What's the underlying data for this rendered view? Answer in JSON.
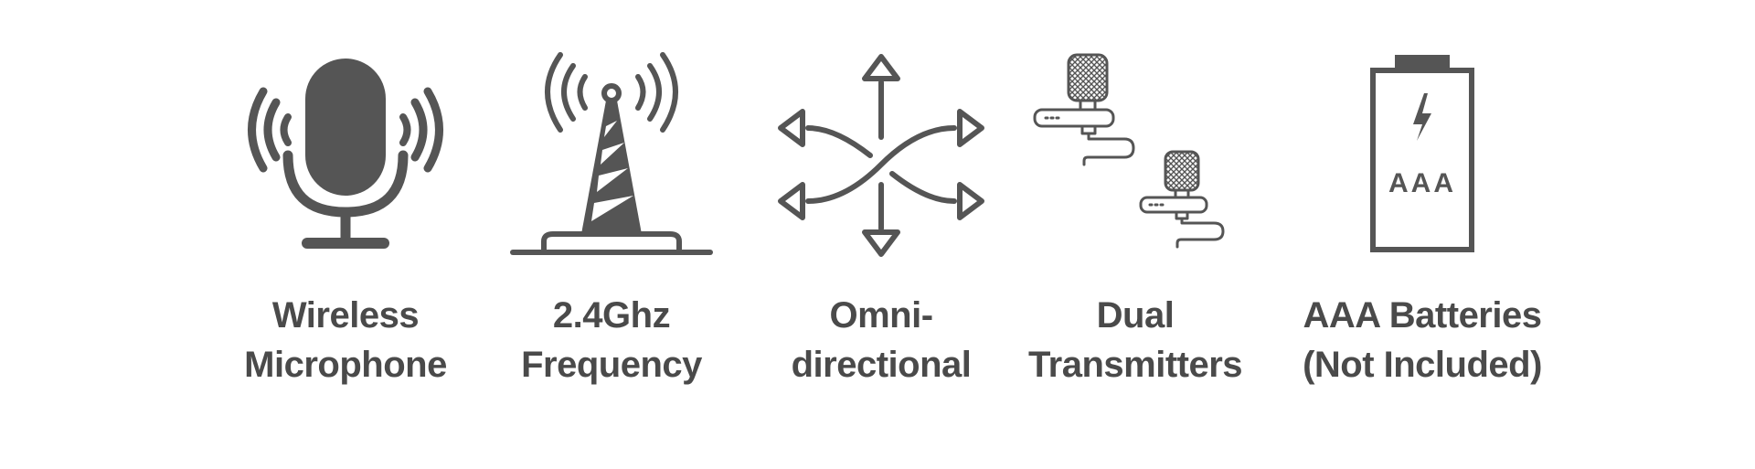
{
  "colors": {
    "icon": "#555555",
    "text": "#4a4a4a",
    "background": "#ffffff"
  },
  "features": [
    {
      "icon": "microphone-icon",
      "line1": "Wireless",
      "line2": "Microphone"
    },
    {
      "icon": "radio-tower-icon",
      "line1": "2.4Ghz",
      "line2": "Frequency"
    },
    {
      "icon": "omnidirectional-arrows-icon",
      "line1": "Omni-",
      "line2": "directional"
    },
    {
      "icon": "lavalier-microphones-icon",
      "line1": "Dual",
      "line2": "Transmitters"
    },
    {
      "icon": "battery-icon",
      "line1": "AAA Batteries",
      "line2": "(Not Included)",
      "icon_text": "AAA"
    }
  ]
}
